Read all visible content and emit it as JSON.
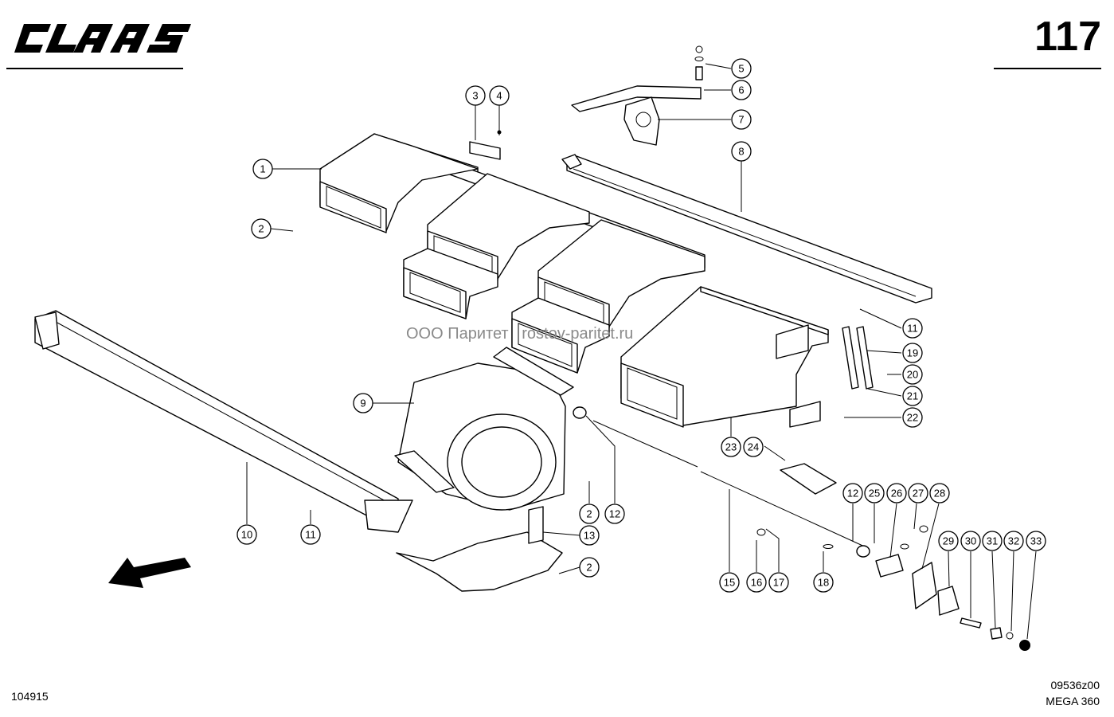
{
  "header": {
    "brand": "CLAAS",
    "page_number": "117"
  },
  "watermark": "ООО Паритет   rostov-paritet.ru",
  "footer": {
    "left_code": "104915",
    "right_code": "09536z00",
    "model": "MEGA 360"
  },
  "callouts": [
    {
      "id": "c1",
      "label": "1"
    },
    {
      "id": "c2a",
      "label": "2"
    },
    {
      "id": "c3",
      "label": "3"
    },
    {
      "id": "c4",
      "label": "4"
    },
    {
      "id": "c5",
      "label": "5"
    },
    {
      "id": "c6",
      "label": "6"
    },
    {
      "id": "c7",
      "label": "7"
    },
    {
      "id": "c8",
      "label": "8"
    },
    {
      "id": "c9",
      "label": "9"
    },
    {
      "id": "c10",
      "label": "10"
    },
    {
      "id": "c11a",
      "label": "11"
    },
    {
      "id": "c11b",
      "label": "11"
    },
    {
      "id": "c12a",
      "label": "12"
    },
    {
      "id": "c12b",
      "label": "12"
    },
    {
      "id": "c13",
      "label": "13"
    },
    {
      "id": "c2b",
      "label": "2"
    },
    {
      "id": "c2c",
      "label": "2"
    },
    {
      "id": "c15",
      "label": "15"
    },
    {
      "id": "c16",
      "label": "16"
    },
    {
      "id": "c17",
      "label": "17"
    },
    {
      "id": "c18",
      "label": "18"
    },
    {
      "id": "c19",
      "label": "19"
    },
    {
      "id": "c20",
      "label": "20"
    },
    {
      "id": "c21",
      "label": "21"
    },
    {
      "id": "c22",
      "label": "22"
    },
    {
      "id": "c23",
      "label": "23"
    },
    {
      "id": "c24",
      "label": "24"
    },
    {
      "id": "c25",
      "label": "25"
    },
    {
      "id": "c26",
      "label": "26"
    },
    {
      "id": "c27",
      "label": "27"
    },
    {
      "id": "c28",
      "label": "28"
    },
    {
      "id": "c29",
      "label": "29"
    },
    {
      "id": "c30",
      "label": "30"
    },
    {
      "id": "c31",
      "label": "31"
    },
    {
      "id": "c32",
      "label": "32"
    },
    {
      "id": "c33",
      "label": "33"
    }
  ]
}
